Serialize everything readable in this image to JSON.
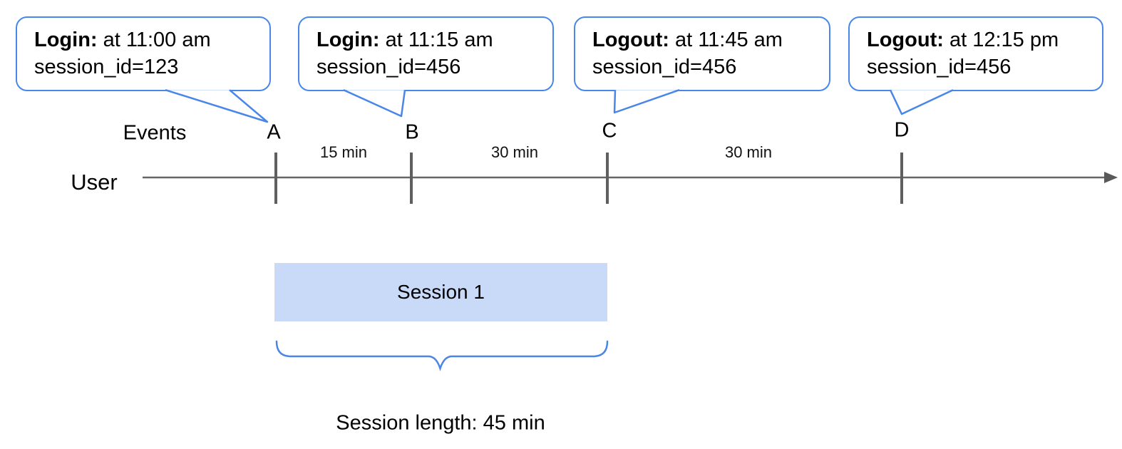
{
  "colors": {
    "accent_blue": "#4a86e8",
    "session_fill": "#c9daf8",
    "axis_gray": "#666666",
    "tick_gray": "#5f5f5f",
    "text_black": "#000000"
  },
  "callouts": [
    {
      "bold": "Login:",
      "rest": " at 11:00 am",
      "line2": "session_id=123"
    },
    {
      "bold": "Login:",
      "rest": " at 11:15 am",
      "line2": "session_id=456"
    },
    {
      "bold": "Logout:",
      "rest": " at 11:45 am",
      "line2": "session_id=456"
    },
    {
      "bold": "Logout:",
      "rest": " at 12:15 pm",
      "line2": "session_id=456"
    }
  ],
  "timeline": {
    "events_label": "Events",
    "user_label": "User",
    "markers": [
      "A",
      "B",
      "C",
      "D"
    ],
    "intervals": [
      "15 min",
      "30 min",
      "30 min"
    ]
  },
  "session": {
    "label": "Session 1",
    "length_label": "Session length: 45 min"
  }
}
